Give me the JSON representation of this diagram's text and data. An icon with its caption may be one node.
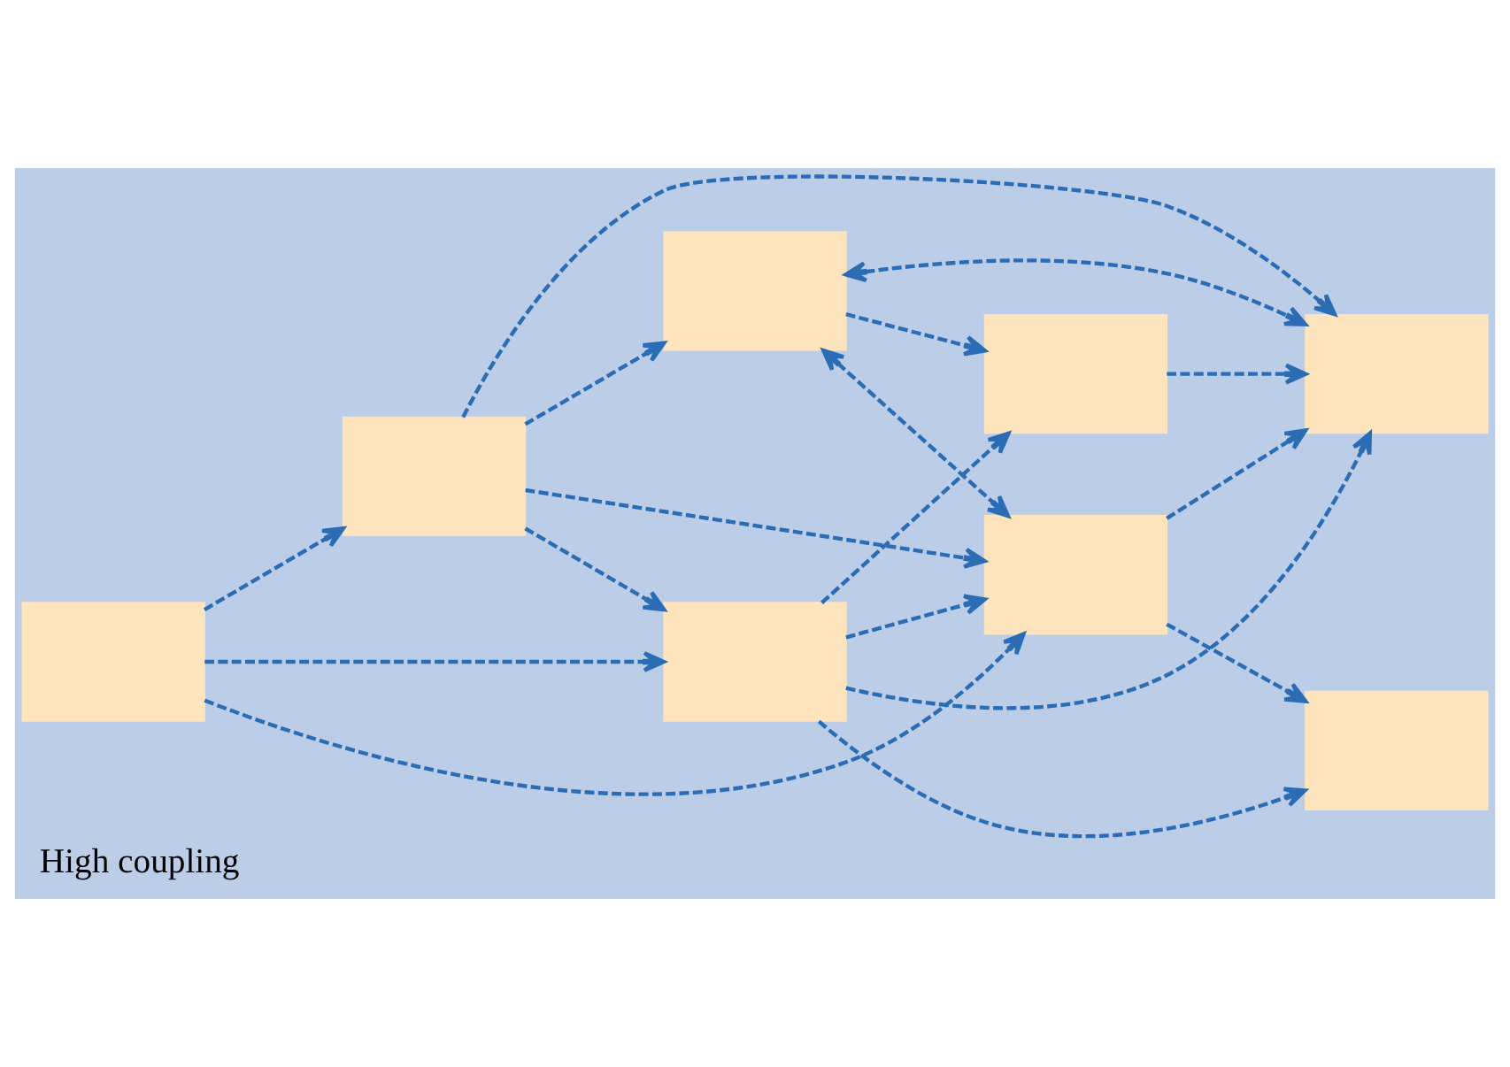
{
  "diagram": {
    "caption": "High coupling",
    "nodes": [
      {
        "text": [],
        "shape": "box"
      },
      {
        "text": [],
        "shape": "box"
      },
      {
        "text": [],
        "shape": "box"
      },
      {
        "text": [],
        "shape": "box"
      },
      {
        "text": [],
        "shape": "box"
      },
      {
        "text": [],
        "shape": "box"
      },
      {
        "text": [],
        "shape": "box"
      },
      {
        "text": [],
        "shape": "box"
      }
    ],
    "edges": [
      {
        "from": 0,
        "to": 2,
        "arrow": "to",
        "style": "dashed"
      },
      {
        "from": 0,
        "to": 1,
        "arrow": "to",
        "style": "dashed"
      },
      {
        "from": 0,
        "to": 5,
        "arrow": "to",
        "style": "dashed"
      },
      {
        "from": 1,
        "to": 2,
        "arrow": "to",
        "style": "dashed"
      },
      {
        "from": 2,
        "to": 7,
        "arrow": "to",
        "style": "dashed"
      },
      {
        "from": 2,
        "to": 5,
        "arrow": "to",
        "style": "dashed"
      },
      {
        "from": 2,
        "to": 6,
        "arrow": "to",
        "style": "dashed"
      },
      {
        "from": 2,
        "to": 4,
        "arrow": "to",
        "style": "dashed"
      },
      {
        "from": 1,
        "to": 5,
        "arrow": "to",
        "style": "dashed"
      },
      {
        "from": 1,
        "to": 6,
        "arrow": "to",
        "style": "dashed"
      },
      {
        "from": 1,
        "to": 3,
        "arrow": "to",
        "style": "dashed"
      },
      {
        "from": 3,
        "to": 5,
        "arrow": "both",
        "style": "dashed"
      },
      {
        "from": 3,
        "to": 6,
        "arrow": "both",
        "style": "dashed"
      },
      {
        "from": 3,
        "to": 4,
        "arrow": "to",
        "style": "dashed"
      },
      {
        "from": 4,
        "to": 6,
        "arrow": "to",
        "style": "dashed"
      },
      {
        "from": 5,
        "to": 7,
        "arrow": "to",
        "style": "dashed"
      },
      {
        "from": 5,
        "to": 6,
        "arrow": "to",
        "style": "dashed"
      }
    ]
  }
}
